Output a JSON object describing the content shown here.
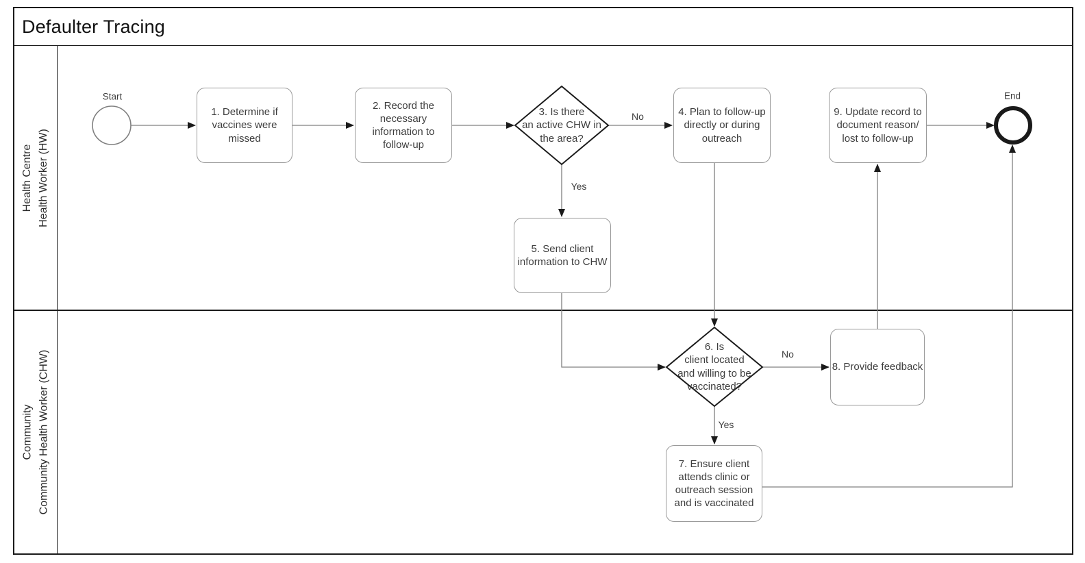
{
  "title": "Defaulter Tracing",
  "lanes": [
    {
      "label": [
        "Health Centre",
        "Health Worker (HW)"
      ]
    },
    {
      "label": [
        "Community",
        "Community Health Worker (CHW)"
      ]
    }
  ],
  "nodes": {
    "start": {
      "label": "Start"
    },
    "task1": {
      "label": [
        "1. Determine if",
        "vaccines were",
        "missed"
      ]
    },
    "task2": {
      "label": [
        "2. Record the",
        "necessary",
        "information to",
        "follow-up"
      ]
    },
    "gateway3": {
      "label": [
        "3. Is there",
        "an active CHW in",
        "the area?"
      ]
    },
    "task4": {
      "label": [
        "4. Plan to follow-up",
        "directly or during",
        "outreach"
      ]
    },
    "task5": {
      "label": [
        "5. Send client",
        "information to CHW"
      ]
    },
    "gateway6": {
      "label": [
        "6. Is",
        "client located",
        "and willing to be",
        "vaccinated?"
      ]
    },
    "task7": {
      "label": [
        "7. Ensure client",
        "attends clinic or",
        "outreach session",
        "and is vaccinated"
      ]
    },
    "task8": {
      "label": "8. Provide feedback"
    },
    "task9": {
      "label": [
        "9. Update record to",
        "document reason/",
        "lost to follow-up"
      ]
    },
    "end": {
      "label": "End"
    }
  },
  "edges": {
    "gateway3_no": {
      "label": "No"
    },
    "gateway3_yes": {
      "label": "Yes"
    },
    "gateway6_no": {
      "label": "No"
    },
    "gateway6_yes": {
      "label": "Yes"
    }
  },
  "colors": {
    "outline": "#1a1a1a",
    "edge": "#808080",
    "task-border": "#999999",
    "text": "#3d3d3d"
  }
}
